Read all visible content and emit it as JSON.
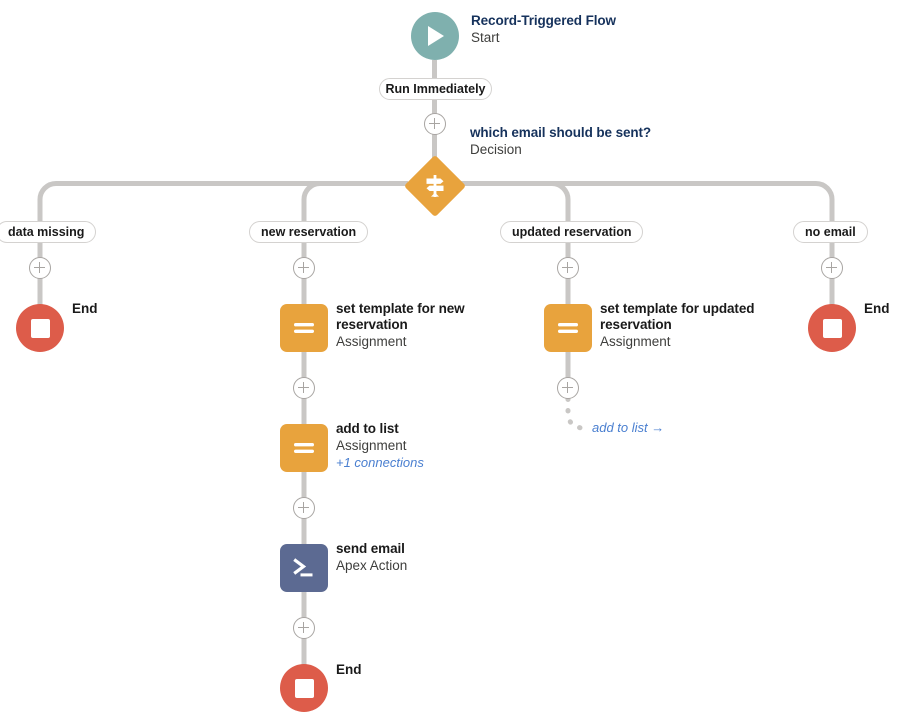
{
  "canvas": {
    "background": "#ffffff",
    "connector_color": "#c9c7c5"
  },
  "colors": {
    "start": "#7fb0ae",
    "assignment": "#e8a33d",
    "decision": "#e8a33d",
    "apex": "#5c6a92",
    "end": "#dd5c4a",
    "link": "#4a7fd0"
  },
  "start_node": {
    "icon": "play-icon",
    "title": "Record-Triggered Flow",
    "subtitle": "Start"
  },
  "run_pill": {
    "label": "Run Immediately"
  },
  "decision_node": {
    "icon": "signpost-icon",
    "title": "which email should be sent?",
    "subtitle": "Decision"
  },
  "branches": [
    {
      "id": "data-missing",
      "label": "data missing"
    },
    {
      "id": "new-reservation",
      "label": "new reservation"
    },
    {
      "id": "updated-reservation",
      "label": "updated reservation"
    },
    {
      "id": "no-email",
      "label": "no email"
    }
  ],
  "nodes": {
    "end_left": {
      "label": "End",
      "icon": "stop-icon"
    },
    "end_right": {
      "label": "End",
      "icon": "stop-icon"
    },
    "end_bottom": {
      "label": "End",
      "icon": "stop-icon"
    },
    "set_template_new": {
      "icon": "assignment-icon",
      "title": "set template for new reservation",
      "subtitle": "Assignment"
    },
    "set_template_updated": {
      "icon": "assignment-icon",
      "title": "set template for updated reservation",
      "subtitle": "Assignment"
    },
    "add_to_list": {
      "icon": "assignment-icon",
      "title": "add to list",
      "subtitle": "Assignment",
      "connections": "+1 connections"
    },
    "send_email": {
      "icon": "apex-action-icon",
      "title": "send email",
      "subtitle": "Apex Action"
    }
  },
  "goto_link": {
    "label": "add to list →"
  },
  "add_buttons": [
    {
      "id": "add-after-start"
    },
    {
      "id": "add-branch-data-missing"
    },
    {
      "id": "add-branch-new-reservation"
    },
    {
      "id": "add-branch-updated-reservation"
    },
    {
      "id": "add-branch-no-email"
    },
    {
      "id": "add-after-set-template-new"
    },
    {
      "id": "add-after-set-template-updated"
    },
    {
      "id": "add-after-add-to-list"
    },
    {
      "id": "add-after-send-email"
    }
  ]
}
